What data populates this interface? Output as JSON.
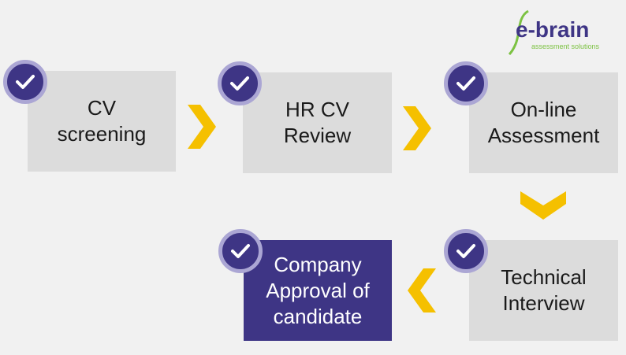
{
  "logo": {
    "brand": "e-brain",
    "tagline": "assessment solutions"
  },
  "steps": [
    {
      "label": "CV\nscreening",
      "completed": true
    },
    {
      "label": "HR CV\nReview",
      "completed": true
    },
    {
      "label": "On-line\nAssessment",
      "completed": true
    },
    {
      "label": "Technical\nInterview",
      "completed": true
    },
    {
      "label": "Company\nApproval of\ncandidate",
      "completed": true
    }
  ],
  "colors": {
    "box": "#dcdcdc",
    "final_box": "#3e3585",
    "check_circle": "#3e3585",
    "check_ring": "#aba6d4",
    "arrow": "#f5c000",
    "logo_green": "#7cc242"
  },
  "icons": [
    "check-icon",
    "chevron-right-icon",
    "chevron-down-icon",
    "chevron-left-icon"
  ]
}
